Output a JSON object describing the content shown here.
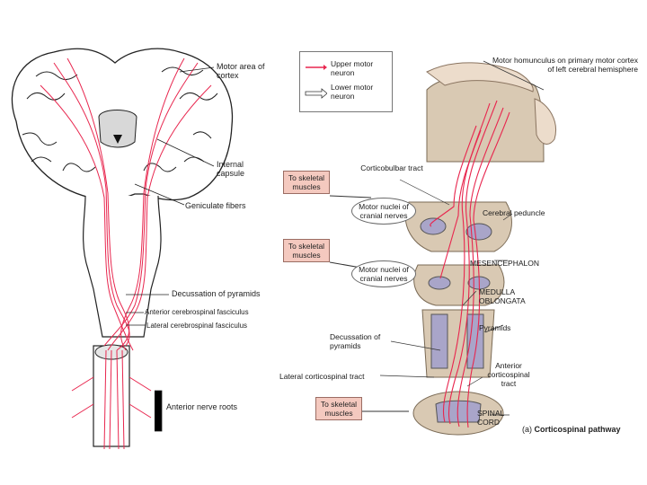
{
  "left_diagram": {
    "labels": {
      "motor_area": "Motor area of cortex",
      "internal_capsule": "Internal capsule",
      "geniculate_fibers": "Geniculate fibers",
      "decussation": "Decussation of pyramids",
      "anterior_fasciculus": "Anterior cerebrospinal fasciculus",
      "lateral_fasciculus": "Lateral cerebrospinal fasciculus",
      "anterior_nerve_roots": "Anterior nerve roots"
    }
  },
  "right_diagram": {
    "legend": {
      "upper": "Upper motor neuron",
      "lower": "Lower motor neuron"
    },
    "labels": {
      "homunculus": "Motor homunculus on primary motor cortex of left cerebral hemisphere",
      "corticobulbar": "Corticobulbar tract",
      "cerebral_peduncle": "Cerebral peduncle",
      "mesencephalon": "MESENCEPHALON",
      "medulla": "MEDULLA OBLONGATA",
      "pyramids": "Pyramids",
      "decussation": "Decussation of pyramids",
      "lateral_tract": "Lateral corticospinal tract",
      "anterior_tract": "Anterior corticospinal tract",
      "spinal_cord": "SPINAL CORD",
      "nuclei_1": "Motor nuclei of cranial nerves",
      "nuclei_2": "Motor nuclei of cranial nerves"
    },
    "boxes": {
      "b1": "To skeletal muscles",
      "b2": "To skeletal muscles",
      "b3": "To skeletal muscles"
    },
    "caption_part": "(a)",
    "caption_title": "Corticospinal pathway"
  },
  "colors": {
    "tract": "#e8264e",
    "tissue": "#d9c9b3",
    "purple": "#a9a5c9"
  }
}
